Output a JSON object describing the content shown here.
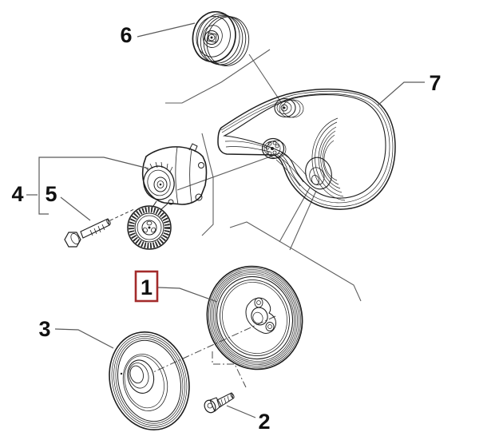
{
  "diagram": {
    "type": "exploded-parts-line-drawing",
    "background_color": "#ffffff",
    "line_color": "#1f1f1f",
    "leader_line_color": "#5a5a5a",
    "highlight_box_color": "#a32b2b",
    "highlighted_callout": "1",
    "callouts": {
      "c1": {
        "label": "1",
        "highlighted": true
      },
      "c2": {
        "label": "2",
        "highlighted": false
      },
      "c3": {
        "label": "3",
        "highlighted": false
      },
      "c4": {
        "label": "4",
        "highlighted": false
      },
      "c5": {
        "label": "5",
        "highlighted": false
      },
      "c6": {
        "label": "6",
        "highlighted": false
      },
      "c7": {
        "label": "7",
        "highlighted": false
      }
    }
  }
}
